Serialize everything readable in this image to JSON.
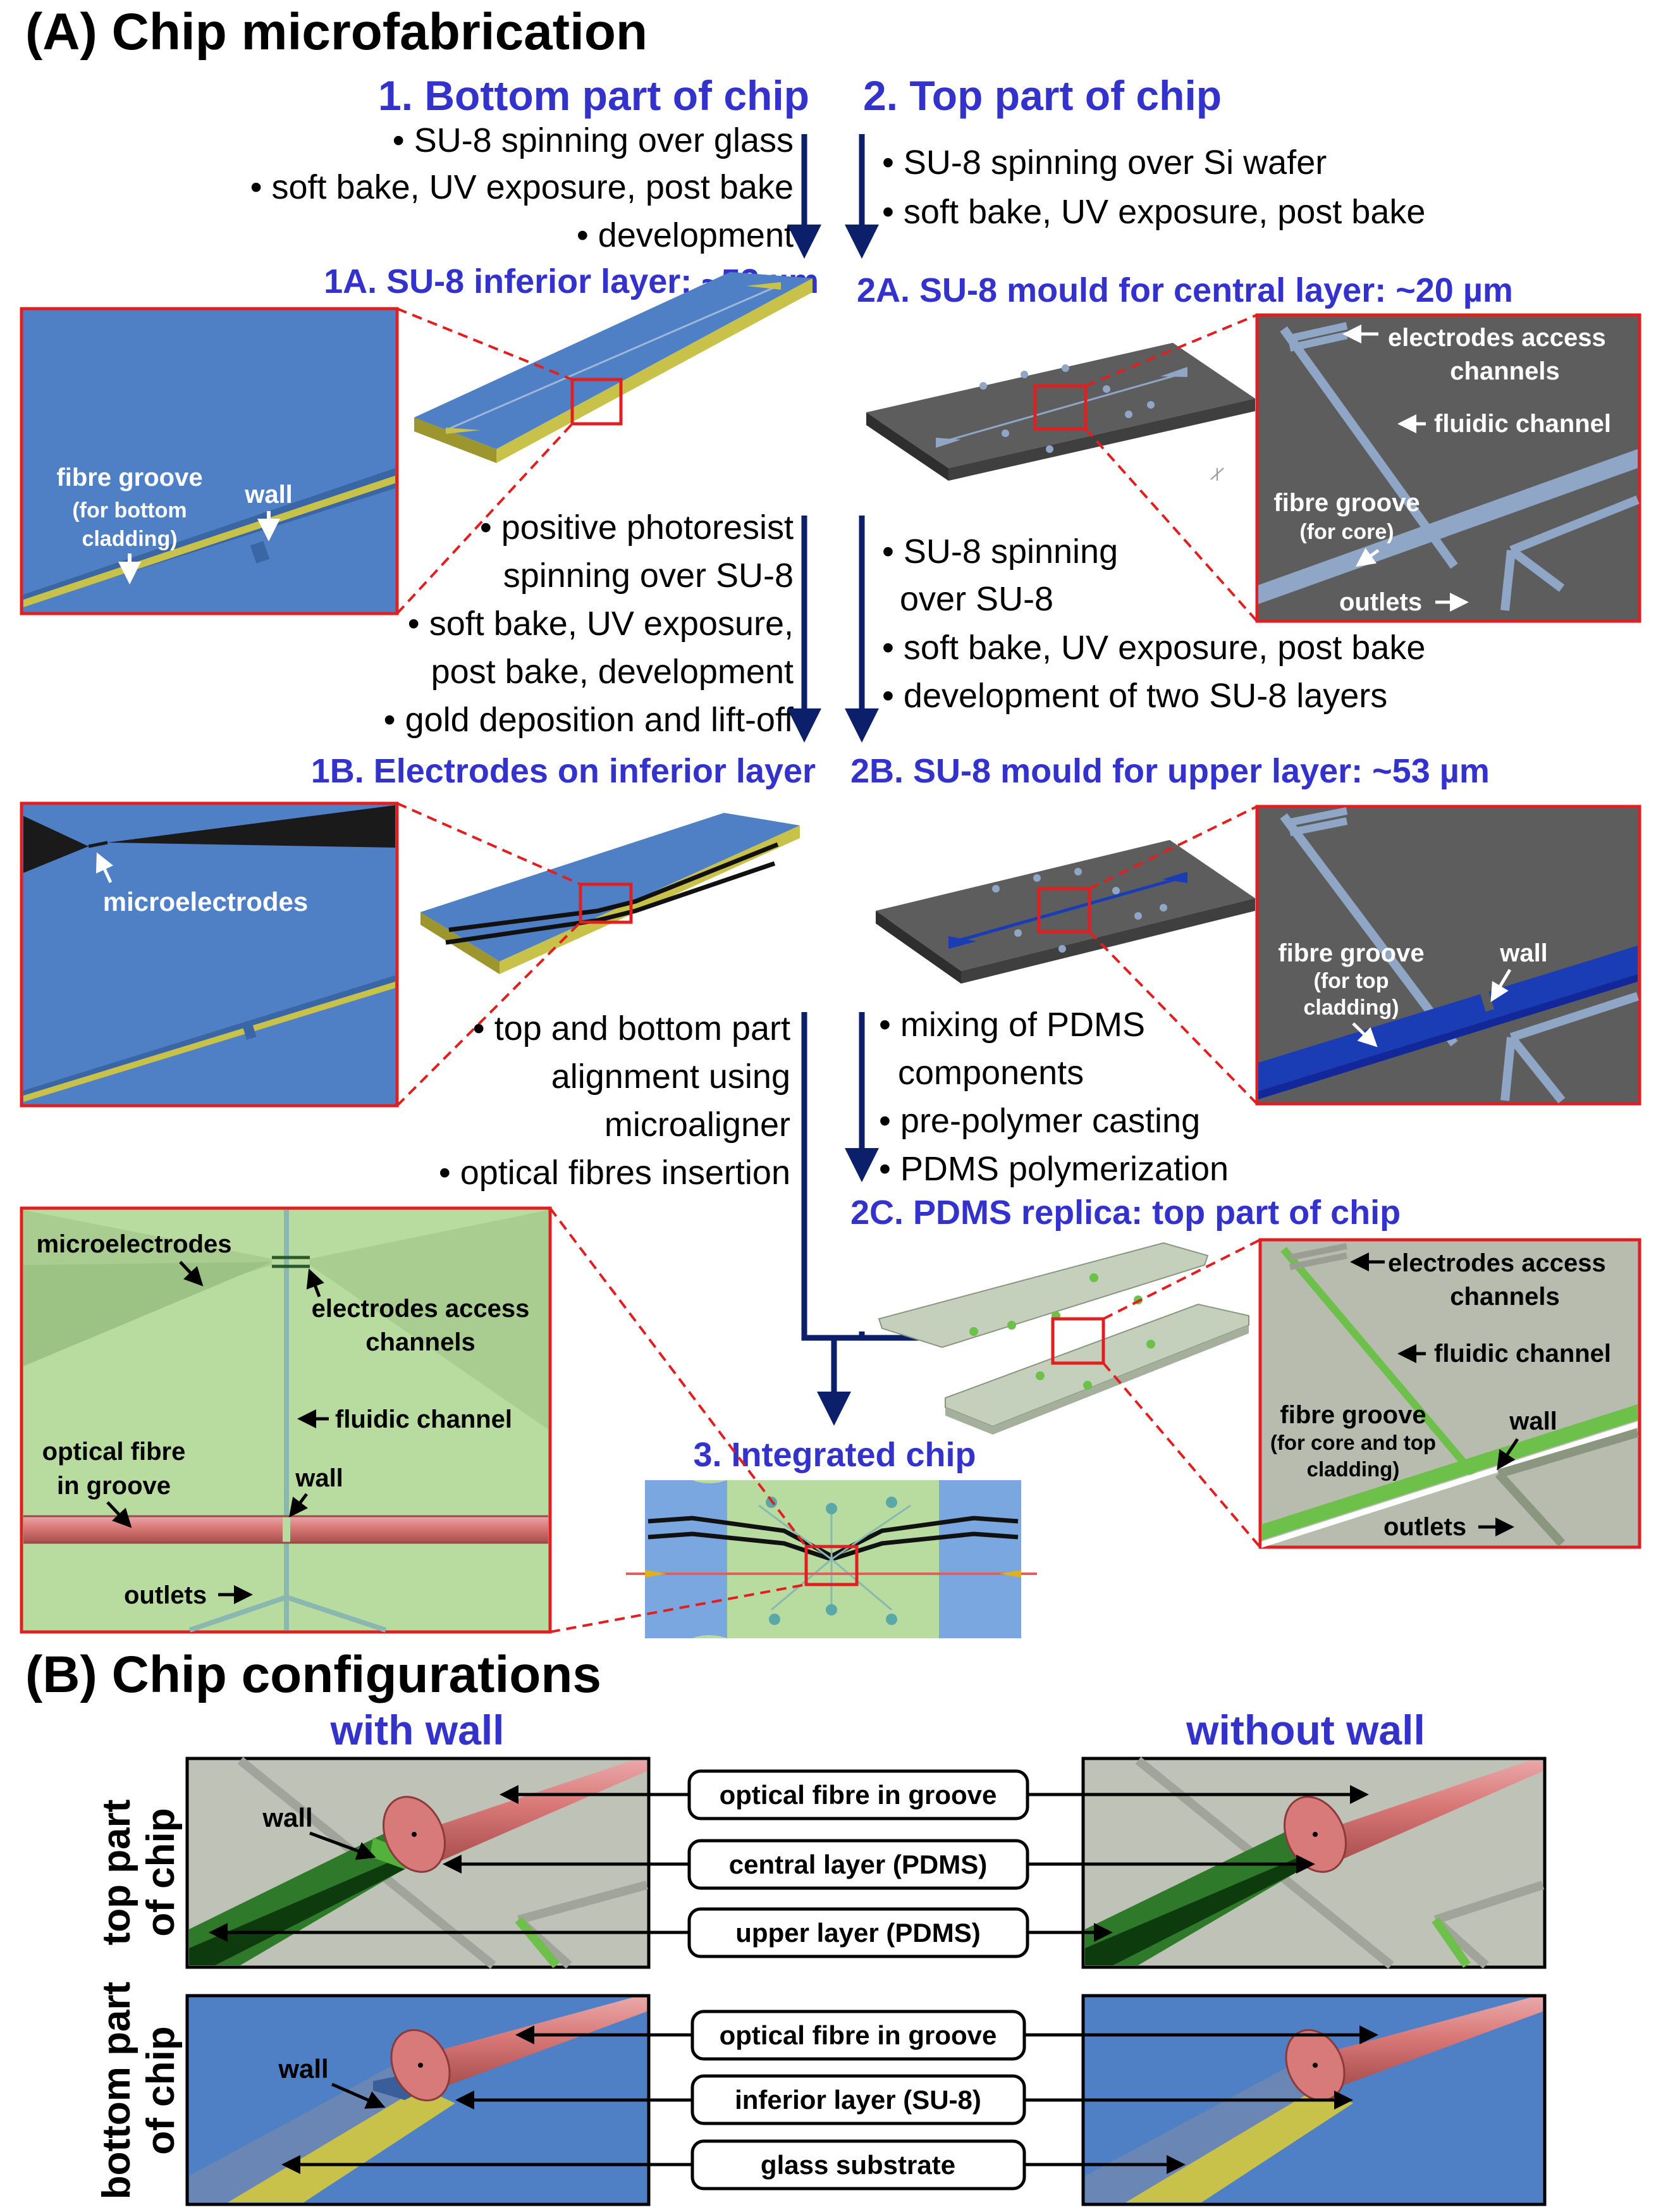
{
  "partA": {
    "heading": "(A) Chip microfabrication",
    "col1_title": "1. Bottom part of chip",
    "col2_title": "2. Top part of chip",
    "steps_1_to_1A": [
      "• SU-8 spinning over glass",
      "• soft bake, UV exposure, post bake",
      "• development"
    ],
    "steps_2_to_2A": [
      "• SU-8 spinning over Si wafer",
      "• soft bake, UV exposure, post bake"
    ],
    "stage_1A": "1A. SU-8 inferior layer: ~53 µm",
    "stage_2A": "2A. SU-8 mould for central layer: ~20 µm",
    "steps_1A_to_1B": [
      "• positive photoresist",
      "spinning over SU-8",
      "• soft bake, UV exposure,",
      "post bake, development",
      "• gold deposition and lift-off"
    ],
    "steps_2A_to_2B": [
      "• SU-8 spinning",
      "over SU-8",
      "• soft bake, UV exposure, post bake",
      "• development of two SU-8 layers"
    ],
    "stage_1B": "1B. Electrodes on inferior layer",
    "stage_2B": "2B. SU-8 mould for upper layer: ~53 µm",
    "steps_to_3": [
      "• top and bottom part",
      "alignment using",
      "microaligner",
      "• optical fibres insertion"
    ],
    "steps_2B_to_2C": [
      "• mixing of PDMS",
      "components",
      "• pre-polymer casting",
      "• PDMS polymerization"
    ],
    "stage_2C": "2C. PDMS replica: top part of chip",
    "stage_3": "3. Integrated chip",
    "zoom_1A": {
      "fibre_groove": "fibre groove",
      "fibre_groove_note1": "(for bottom",
      "fibre_groove_note2": "cladding)",
      "wall": "wall"
    },
    "zoom_2A": {
      "electrodes_access1": "electrodes access",
      "electrodes_access2": "channels",
      "fluidic": "fluidic channel",
      "fibre_groove": "fibre groove",
      "fibre_groove_note": "(for core)",
      "outlets": "outlets"
    },
    "zoom_1B": {
      "microelectrodes": "microelectrodes"
    },
    "zoom_2B": {
      "fibre_groove": "fibre groove",
      "note1": "(for top",
      "note2": "cladding)",
      "wall": "wall"
    },
    "zoom_2C": {
      "electrodes_access1": "electrodes access",
      "electrodes_access2": "channels",
      "fluidic": "fluidic channel",
      "fibre_groove": "fibre groove",
      "note1": "(for core and top",
      "note2": "cladding)",
      "wall": "wall",
      "outlets": "outlets"
    },
    "zoom_3": {
      "microelectrodes": "microelectrodes",
      "electrodes_access1": "electrodes access",
      "electrodes_access2": "channels",
      "fluidic": "fluidic channel",
      "fibre1": "optical fibre",
      "fibre2": "in groove",
      "wall": "wall",
      "outlets": "outlets"
    }
  },
  "partB": {
    "heading": "(B) Chip configurations",
    "with_wall": "with wall",
    "without_wall": "without wall",
    "row_top1": "top part",
    "row_top2": "of chip",
    "row_bottom1": "bottom part",
    "row_bottom2": "of chip",
    "top_labels": [
      "optical fibre in groove",
      "central layer (PDMS)",
      "upper layer (PDMS)"
    ],
    "bottom_labels": [
      "optical fibre in groove",
      "inferior layer (SU-8)",
      "glass substrate"
    ],
    "wall": "wall"
  },
  "colors": {
    "title_blue": "#3333cc",
    "arrow_navy": "#0b1f6b",
    "su8_blue": "#4f7fc4",
    "gold": "#c9c24a",
    "wafer_grey": "#5d5d5d",
    "pdms_green": "#b8dca0",
    "fibre_red": "#d97a7a",
    "frame_red": "#e02020"
  }
}
